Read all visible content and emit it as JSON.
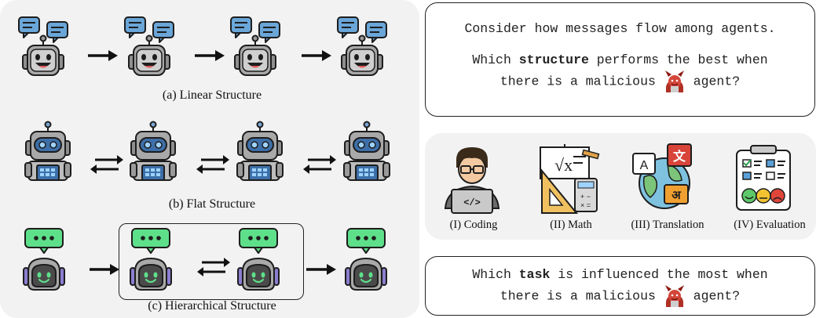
{
  "structures": {
    "linear_caption": "(a) Linear Structure",
    "flat_caption": "(b) Flat Structure",
    "hier_caption": "(c) Hierarchical Structure"
  },
  "question1": {
    "line1": "Consider how messages flow among agents.",
    "line2_pre": "Which ",
    "line2_bold": "structure",
    "line2_post": " performs the best when",
    "line3_pre": "there is a malicious",
    "line3_post": "agent?"
  },
  "tasks": [
    {
      "label": "(I) Coding",
      "icon": "coder-icon"
    },
    {
      "label": "(II) Math",
      "icon": "math-icon"
    },
    {
      "label": "(III) Translation",
      "icon": "translation-icon"
    },
    {
      "label": "(IV) Evaluation",
      "icon": "evaluation-icon"
    }
  ],
  "question2": {
    "line1_pre": "Which ",
    "line1_bold": "task",
    "line1_post": " is influenced the most when",
    "line2_pre": "there is a malicious",
    "line2_post": "agent?"
  },
  "colors": {
    "panel": "#f2f2f2",
    "chat_blue": "#6aa6d8",
    "chat_green": "#5ee08a",
    "robot_grey": "#8e8e8e",
    "robot_blue": "#3d6fa8",
    "devil_red": "#c0392b"
  }
}
